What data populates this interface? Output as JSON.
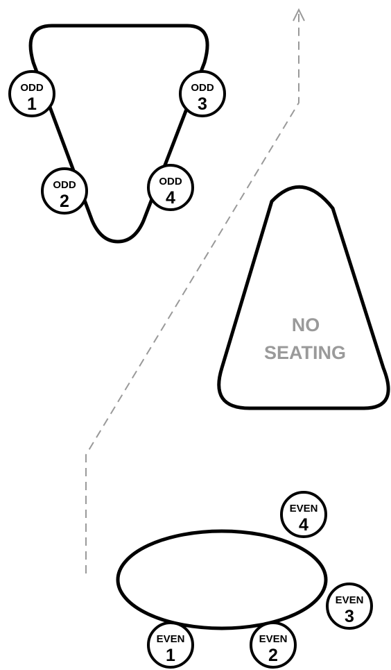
{
  "colors": {
    "outline": "#000000",
    "path": "#999999",
    "no_seating_text": "#9a9a9a"
  },
  "no_seating": {
    "line1": "NO",
    "line2": "SEATING"
  },
  "odd_table": {
    "seats": [
      {
        "group": "ODD",
        "number": "1"
      },
      {
        "group": "ODD",
        "number": "2"
      },
      {
        "group": "ODD",
        "number": "3"
      },
      {
        "group": "ODD",
        "number": "4"
      }
    ]
  },
  "even_table": {
    "seats": [
      {
        "group": "EVEN",
        "number": "1"
      },
      {
        "group": "EVEN",
        "number": "2"
      },
      {
        "group": "EVEN",
        "number": "3"
      },
      {
        "group": "EVEN",
        "number": "4"
      }
    ]
  }
}
